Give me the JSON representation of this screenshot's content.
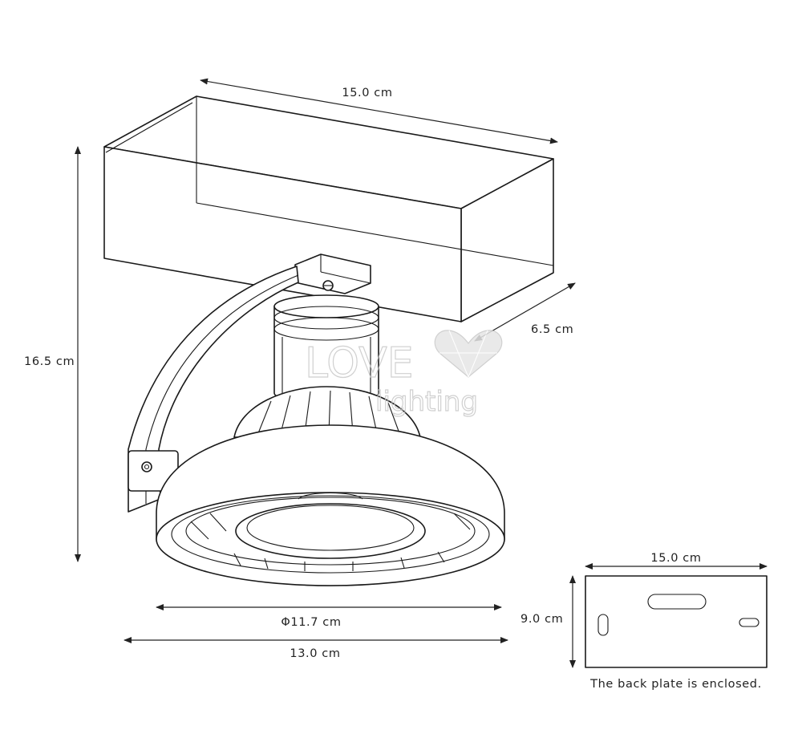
{
  "dimensions": {
    "length": "15.0 cm",
    "height": "16.5 cm",
    "depth": "6.5 cm",
    "diameter": "Φ11.7 cm",
    "width": "13.0 cm"
  },
  "back_plate": {
    "width": "15.0 cm",
    "height": "9.0 cm",
    "note": "The back plate is enclosed."
  },
  "watermark": {
    "line1": "LOVE",
    "line2": "lighting"
  }
}
